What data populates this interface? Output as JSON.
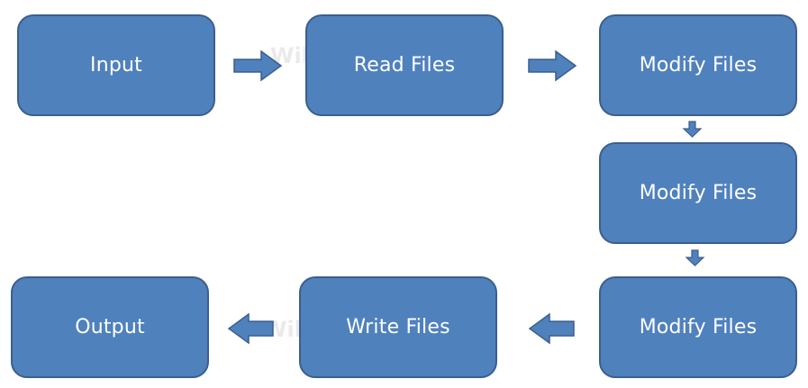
{
  "diagram": {
    "nodes": [
      {
        "id": "input",
        "label": "Input"
      },
      {
        "id": "read-files",
        "label": "Read Files"
      },
      {
        "id": "modify-files-1",
        "label": "Modify Files"
      },
      {
        "id": "modify-files-2",
        "label": "Modify Files"
      },
      {
        "id": "modify-files-3",
        "label": "Modify Files"
      },
      {
        "id": "write-files",
        "label": "Write Files"
      },
      {
        "id": "output",
        "label": "Output"
      }
    ],
    "edges": [
      {
        "from": "input",
        "to": "read-files"
      },
      {
        "from": "read-files",
        "to": "modify-files-1"
      },
      {
        "from": "modify-files-1",
        "to": "modify-files-2"
      },
      {
        "from": "modify-files-2",
        "to": "modify-files-3"
      },
      {
        "from": "modify-files-3",
        "to": "write-files"
      },
      {
        "from": "write-files",
        "to": "output"
      }
    ],
    "colors": {
      "node_fill": "#4f81bd",
      "node_border": "#3b5f8c",
      "node_text": "#ffffff",
      "arrow_fill": "#4f81bd",
      "arrow_border": "#3b5f8c"
    },
    "watermark": "Wikitechy"
  }
}
